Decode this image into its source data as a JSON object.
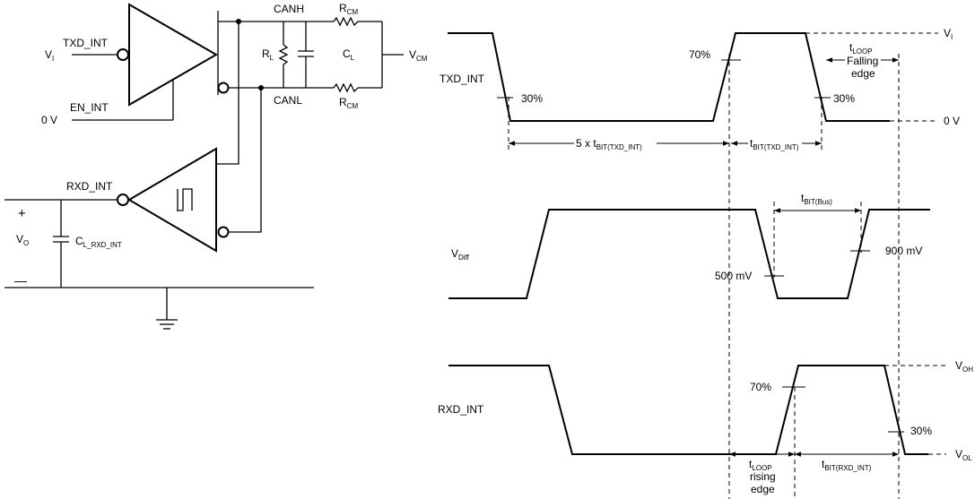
{
  "schematic": {
    "vi": "V",
    "vi_sub": "I",
    "txd_int": "TXD_INT",
    "en_int": "EN_INT",
    "zero_v": "0 V",
    "canh": "CANH",
    "canl": "CANL",
    "rl": "R",
    "rl_sub": "L",
    "cl": "C",
    "cl_sub": "L",
    "rcm": "R",
    "rcm_sub": "CM",
    "vcm": "V",
    "vcm_sub": "CM",
    "rxd_int": "RXD_INT",
    "plus": "+",
    "minus": "—",
    "vo": "V",
    "vo_sub": "O",
    "cl_rxd": "C",
    "cl_rxd_sub": "L_RXD_INT"
  },
  "timing": {
    "txd_label": "TXD_INT",
    "pct_30": "30%",
    "pct_70": "70%",
    "vi": "V",
    "vi_sub": "I",
    "zero_v": "0 V",
    "tloop": "t",
    "tloop_sub": "LOOP",
    "falling": "Falling",
    "edge": "edge",
    "five_x": "5 x t",
    "tbit_txd_sub": "BIT(TXD_INT)",
    "tbit": "t",
    "tbit_bus_sub": "BIT(Bus)",
    "vdiff": "V",
    "vdiff_sub": "Diff",
    "mv500": "500 mV",
    "mv900": "900 mV",
    "rxd_label": "RXD_INT",
    "voh": "V",
    "voh_sub": "OH",
    "vol": "V",
    "vol_sub": "OL",
    "rising": "rising",
    "tbit_rxd_sub": "BIT(RXD_INT)"
  }
}
